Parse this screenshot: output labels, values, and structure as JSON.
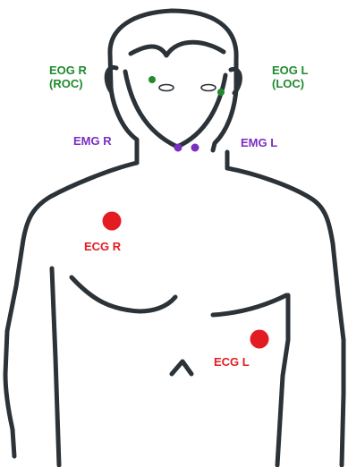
{
  "colors": {
    "outline": "#2b3238",
    "eog": "#1f8a2e",
    "emg": "#7a2fc2",
    "ecg": "#e31c23"
  },
  "labels": {
    "eog_r_line1": "EOG R",
    "eog_r_line2": "(ROC)",
    "eog_l_line1": "EOG L",
    "eog_l_line2": "(LOC)",
    "emg_r": "EMG R",
    "emg_l": "EMG L",
    "ecg_r": "ECG R",
    "ecg_l": "ECG L"
  }
}
